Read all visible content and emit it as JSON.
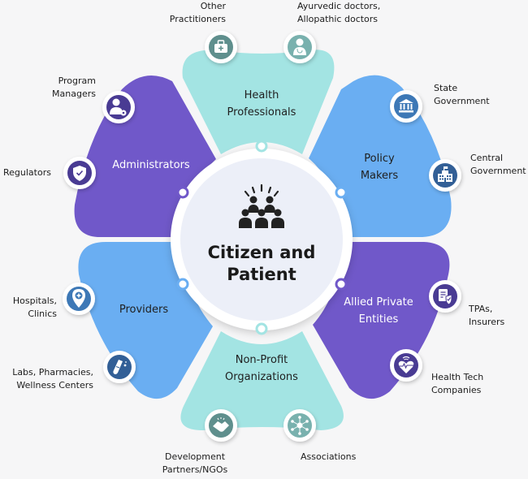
{
  "center": {
    "title_line1": "Citizen and",
    "title_line2": "Patient",
    "icon": "people-group-icon"
  },
  "colors": {
    "teal": "#a3e4e3",
    "blue": "#6aaef2",
    "purple": "#7058c9",
    "center_fill": "#eceff8",
    "icon_teal_dark": "#5f8f8d",
    "icon_teal_light": "#79b1ae",
    "icon_blue": "#3d78b6",
    "icon_purple": "#4a3a93"
  },
  "segments": [
    {
      "id": "health-professionals",
      "line1": "Health",
      "line2": "Professionals",
      "color": "teal",
      "items": [
        {
          "label_lines": [
            "Other",
            "Practitioners"
          ],
          "icon": "medical-kit-icon"
        },
        {
          "label_lines": [
            "Ayurvedic doctors,",
            "Allopathic doctors"
          ],
          "icon": "doctor-icon"
        }
      ]
    },
    {
      "id": "policy-makers",
      "line1": "Policy",
      "line2": "Makers",
      "color": "blue",
      "items": [
        {
          "label_lines": [
            "State",
            "Government"
          ],
          "icon": "government-building-icon"
        },
        {
          "label_lines": [
            "Central",
            "Government"
          ],
          "icon": "office-building-icon"
        }
      ]
    },
    {
      "id": "allied-private-entities",
      "line1": "Allied Private",
      "line2": "Entities",
      "color": "purple",
      "items": [
        {
          "label_lines": [
            "TPAs,",
            "Insurers"
          ],
          "icon": "insurance-document-icon"
        },
        {
          "label_lines": [
            "Health Tech",
            "Companies"
          ],
          "icon": "connected-heart-icon"
        }
      ]
    },
    {
      "id": "non-profit-organizations",
      "line1": "Non-Profit",
      "line2": "Organizations",
      "color": "teal",
      "items": [
        {
          "label_lines": [
            "Development",
            "Partners/NGOs"
          ],
          "icon": "handshake-icon"
        },
        {
          "label_lines": [
            "Associations"
          ],
          "icon": "network-icon"
        }
      ]
    },
    {
      "id": "providers",
      "line1": "Providers",
      "line2": "",
      "color": "blue",
      "items": [
        {
          "label_lines": [
            "Hospitals,",
            "Clinics"
          ],
          "icon": "hospital-pin-icon"
        },
        {
          "label_lines": [
            "Labs, Pharmacies,",
            "Wellness Centers"
          ],
          "icon": "test-tube-icon"
        }
      ]
    },
    {
      "id": "administrators",
      "line1": "Administrators",
      "line2": "",
      "color": "purple",
      "items": [
        {
          "label_lines": [
            "Program",
            "Managers"
          ],
          "icon": "user-settings-icon"
        },
        {
          "label_lines": [
            "Regulators"
          ],
          "icon": "shield-check-icon"
        }
      ]
    }
  ]
}
